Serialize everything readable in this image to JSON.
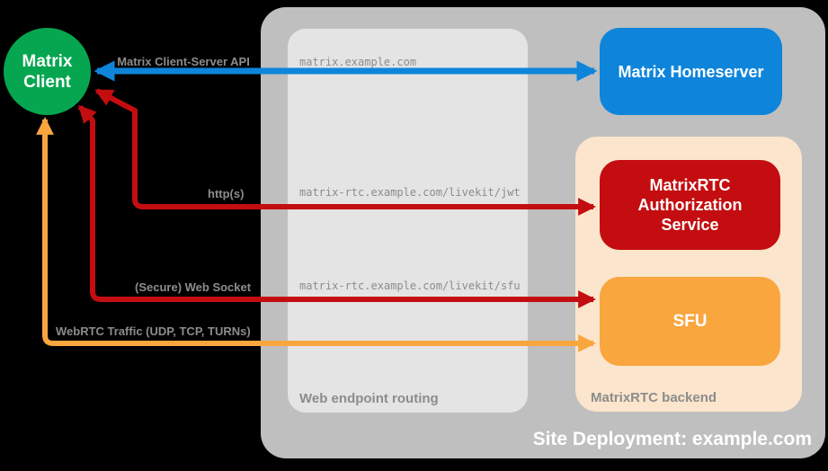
{
  "diagram": {
    "background_color": "#000000",
    "client": {
      "line1": "Matrix",
      "line2": "Client",
      "color": "#05A64F",
      "text_color": "#FFFFFF"
    },
    "deployment": {
      "label": "Site Deployment: example.com",
      "color": "#BFBFBF",
      "label_color": "#FFFFFF"
    },
    "routing": {
      "label": "Web endpoint routing",
      "color": "#E4E4E4",
      "label_color": "#8C8C8C",
      "endpoints": [
        "matrix.example.com",
        "matrix-rtc.example.com/livekit/jwt",
        "matrix-rtc.example.com/livekit/sfu"
      ]
    },
    "backend": {
      "label": "MatrixRTC backend",
      "color": "#FBE5CC",
      "label_color": "#8C8C8C"
    },
    "nodes": {
      "homeserver": {
        "label": "Matrix Homeserver",
        "color": "#0E85DA"
      },
      "auth_service": {
        "label": "MatrixRTC Authorization Service",
        "color": "#C40D10"
      },
      "sfu": {
        "label": "SFU",
        "color": "#F9A63F"
      }
    },
    "edges": {
      "label_color": "#8C8C8C",
      "client_server_api": {
        "label": "Matrix Client-Server API",
        "color": "#0E85DA"
      },
      "https": {
        "label": "http(s)",
        "color": "#C40D10"
      },
      "websocket": {
        "label": "(Secure) Web Socket",
        "color": "#C40D10"
      },
      "webrtc": {
        "label": "WebRTC Traffic (UDP, TCP, TURNs)",
        "color": "#F9A63F"
      }
    }
  }
}
